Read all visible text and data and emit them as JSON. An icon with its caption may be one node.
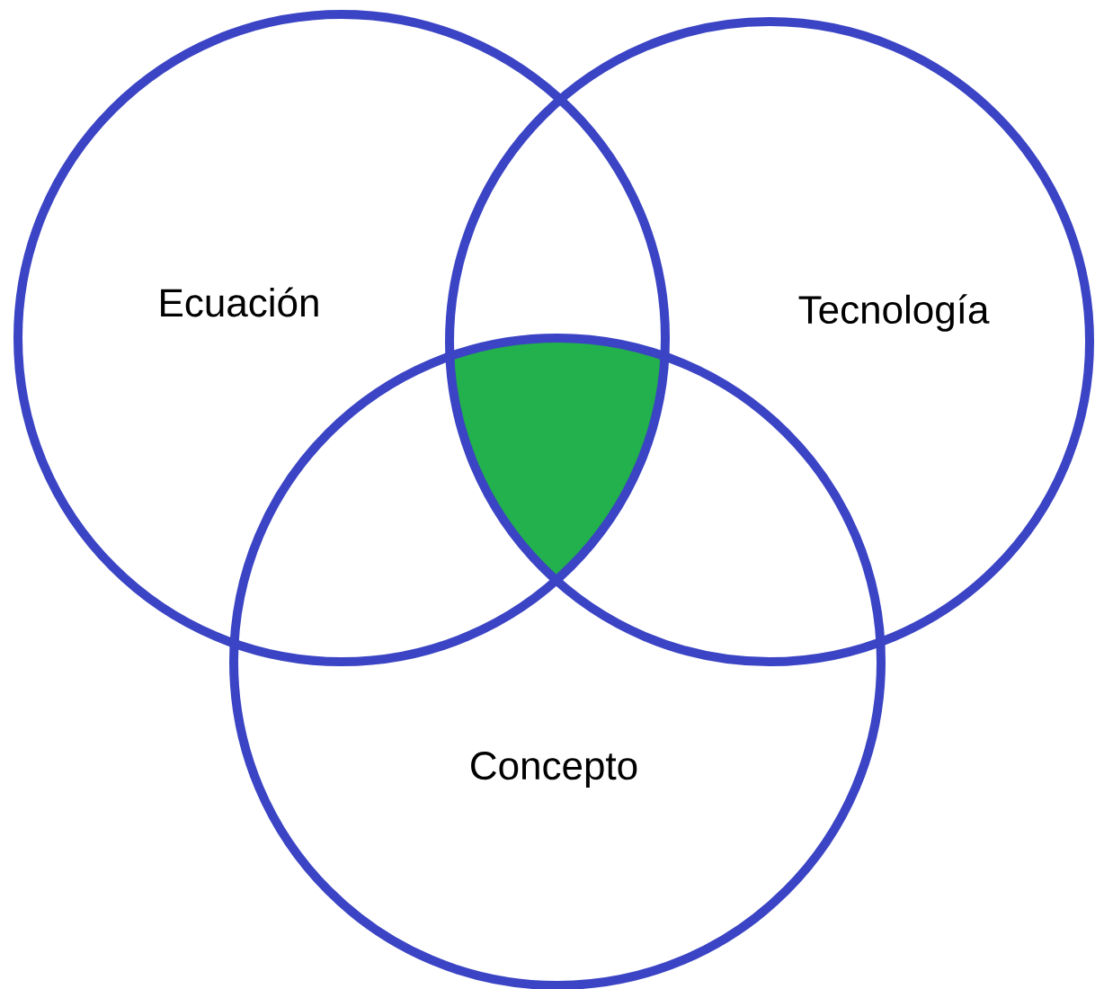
{
  "diagram": {
    "nodes": [
      {
        "text": [
          "Ecuación"
        ]
      },
      {
        "text": [
          "Tecnología"
        ]
      },
      {
        "text": [
          "Concepto"
        ]
      }
    ]
  }
}
